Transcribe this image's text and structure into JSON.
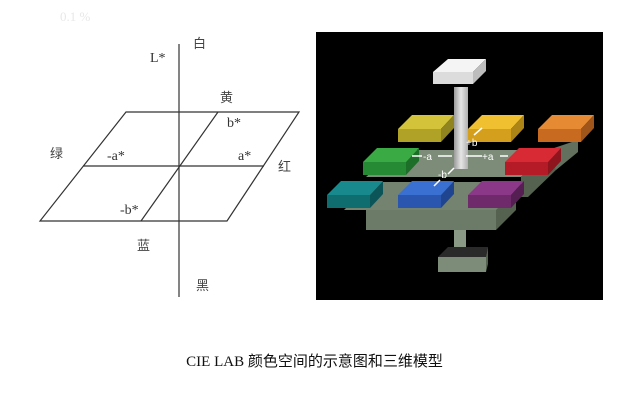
{
  "header": {
    "faint_text": "0.1 %"
  },
  "left_diagram": {
    "title": "CIE LAB 2D schematic",
    "axes": {
      "L": "L*",
      "pos_a": "a*",
      "neg_a": "-a*",
      "pos_b": "b*",
      "neg_b": "-b*"
    },
    "color_labels": {
      "white": "白",
      "yellow": "黄",
      "green": "绿",
      "red": "红",
      "blue": "蓝",
      "black": "黑"
    },
    "line_color": "#333333"
  },
  "right_model": {
    "title": "CIE LAB 3D model",
    "background": "#000000",
    "axis_labels": {
      "neg_a": "-a",
      "pos_a": "+a",
      "pos_b": "+b",
      "neg_b": "-b"
    },
    "blocks": [
      {
        "name": "olive-yellow",
        "color": "#c1b22c"
      },
      {
        "name": "yellow",
        "color": "#e8b524"
      },
      {
        "name": "orange",
        "color": "#dc7d2a"
      },
      {
        "name": "green",
        "color": "#2f9a3a"
      },
      {
        "name": "red",
        "color": "#c8202c"
      },
      {
        "name": "teal",
        "color": "#137a7e"
      },
      {
        "name": "blue",
        "color": "#2e62c4"
      },
      {
        "name": "purple",
        "color": "#7e2f7a"
      }
    ],
    "frame_color": "#7d8c78",
    "white_block": "#f2f2f2",
    "black_block": "#2a2a2a"
  },
  "caption": "CIE LAB 颜色空间的示意图和三维模型"
}
